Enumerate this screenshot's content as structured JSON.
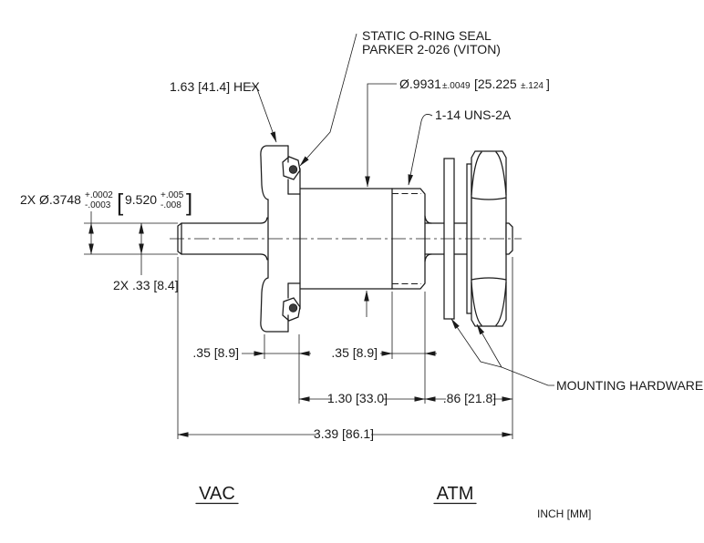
{
  "drawing": {
    "callouts": {
      "oring_line1": "STATIC O-RING SEAL",
      "oring_line2": "PARKER 2-026 (VITON)",
      "hex": "1.63 [41.4] HEX",
      "body_dia_main": "Ø.9931",
      "body_dia_tol": "±.0049",
      "body_dia_mm": "[25.225",
      "body_dia_mm_tol": "±.124",
      "body_dia_close": "]",
      "thread": "1-14 UNS-2A",
      "mounting": "MOUNTING HARDWARE"
    },
    "dimensions": {
      "pin_dia_prefix": "2X Ø.3748",
      "pin_dia_tol_plus": "+.0002",
      "pin_dia_tol_minus": "-.0003",
      "pin_dia_bracket_open": "[",
      "pin_dia_mm": "9.520",
      "pin_dia_mm_plus": "+.005",
      "pin_dia_mm_minus": "-.008",
      "pin_dia_bracket_close": "]",
      "pin_exposed": "2X .33 [8.4]",
      "flange_thickness": ".35 [8.9]",
      "thread_length": ".35 [8.9]",
      "body_length": "1.30 [33.0]",
      "hardware_length": ".86 [21.8]",
      "overall_length": "3.39 [86.1]"
    },
    "labels": {
      "vac_side": "VAC",
      "atm_side": "ATM",
      "units": "INCH [MM]"
    },
    "colors": {
      "line": "#1a1a1a",
      "oring_fill": "#3d3d3d",
      "background": "#ffffff"
    }
  }
}
